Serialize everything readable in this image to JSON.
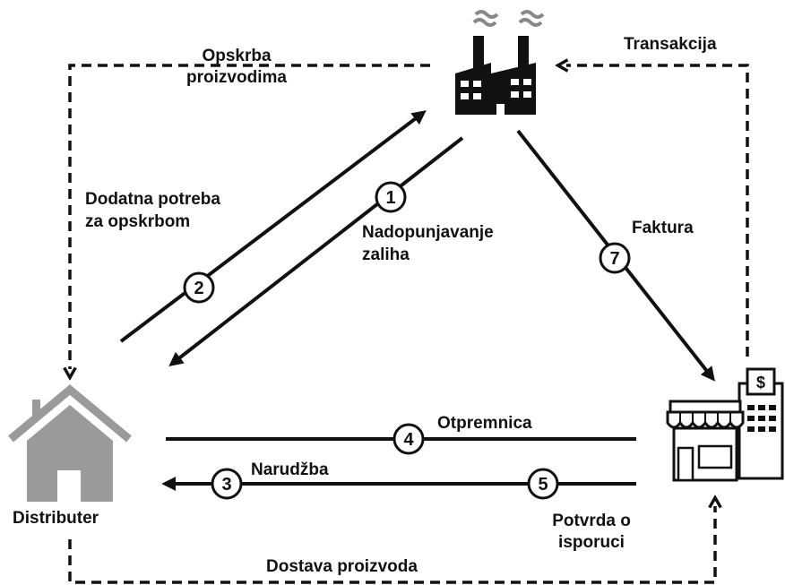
{
  "nodes": {
    "distributer": "Distributer"
  },
  "labels": {
    "opskrba_line1": "Opskrba",
    "opskrba_line2": "proizvodima",
    "transakcija": "Transakcija",
    "dodatna_line1": "Dodatna potreba",
    "dodatna_line2": "za opskrbom",
    "nadopunjavanje_line1": "Nadopunjavanje",
    "nadopunjavanje_line2": "zaliha",
    "faktura": "Faktura",
    "otpremnica": "Otpremnica",
    "narudzba": "Narudžba",
    "potvrda_line1": "Potvrda o",
    "potvrda_line2": "isporuci",
    "dostava": "Dostava proizvoda"
  },
  "steps": {
    "s1": "1",
    "s2": "2",
    "s3": "3",
    "s4": "4",
    "s5": "5",
    "s7": "7"
  },
  "icons": {
    "factory": "factory-icon",
    "house": "house-icon",
    "store": "store-icon",
    "dollar_sign": "$"
  },
  "colors": {
    "line": "#111111",
    "house": "#9a9a9a"
  }
}
